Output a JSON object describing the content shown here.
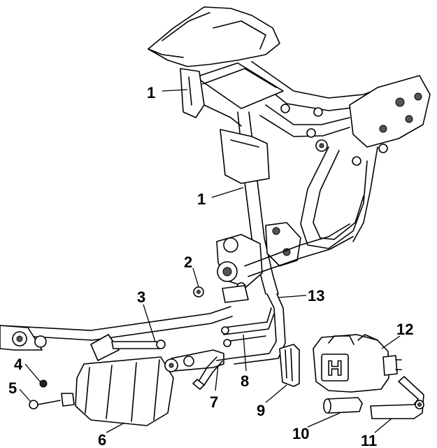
{
  "callouts": [
    {
      "id": "c1a",
      "label": "1"
    },
    {
      "id": "c1b",
      "label": "1"
    },
    {
      "id": "c2",
      "label": "2"
    },
    {
      "id": "c3",
      "label": "3"
    },
    {
      "id": "c4",
      "label": "4"
    },
    {
      "id": "c5",
      "label": "5"
    },
    {
      "id": "c6",
      "label": "6"
    },
    {
      "id": "c7",
      "label": "7"
    },
    {
      "id": "c8",
      "label": "8"
    },
    {
      "id": "c9",
      "label": "9"
    },
    {
      "id": "c10",
      "label": "10"
    },
    {
      "id": "c11",
      "label": "11"
    },
    {
      "id": "c12",
      "label": "12"
    },
    {
      "id": "c13",
      "label": "13"
    }
  ],
  "canister_letter": "H",
  "colors": {
    "ink": "#000000",
    "paper": "#ffffff",
    "shade": "#e8e8e8"
  }
}
